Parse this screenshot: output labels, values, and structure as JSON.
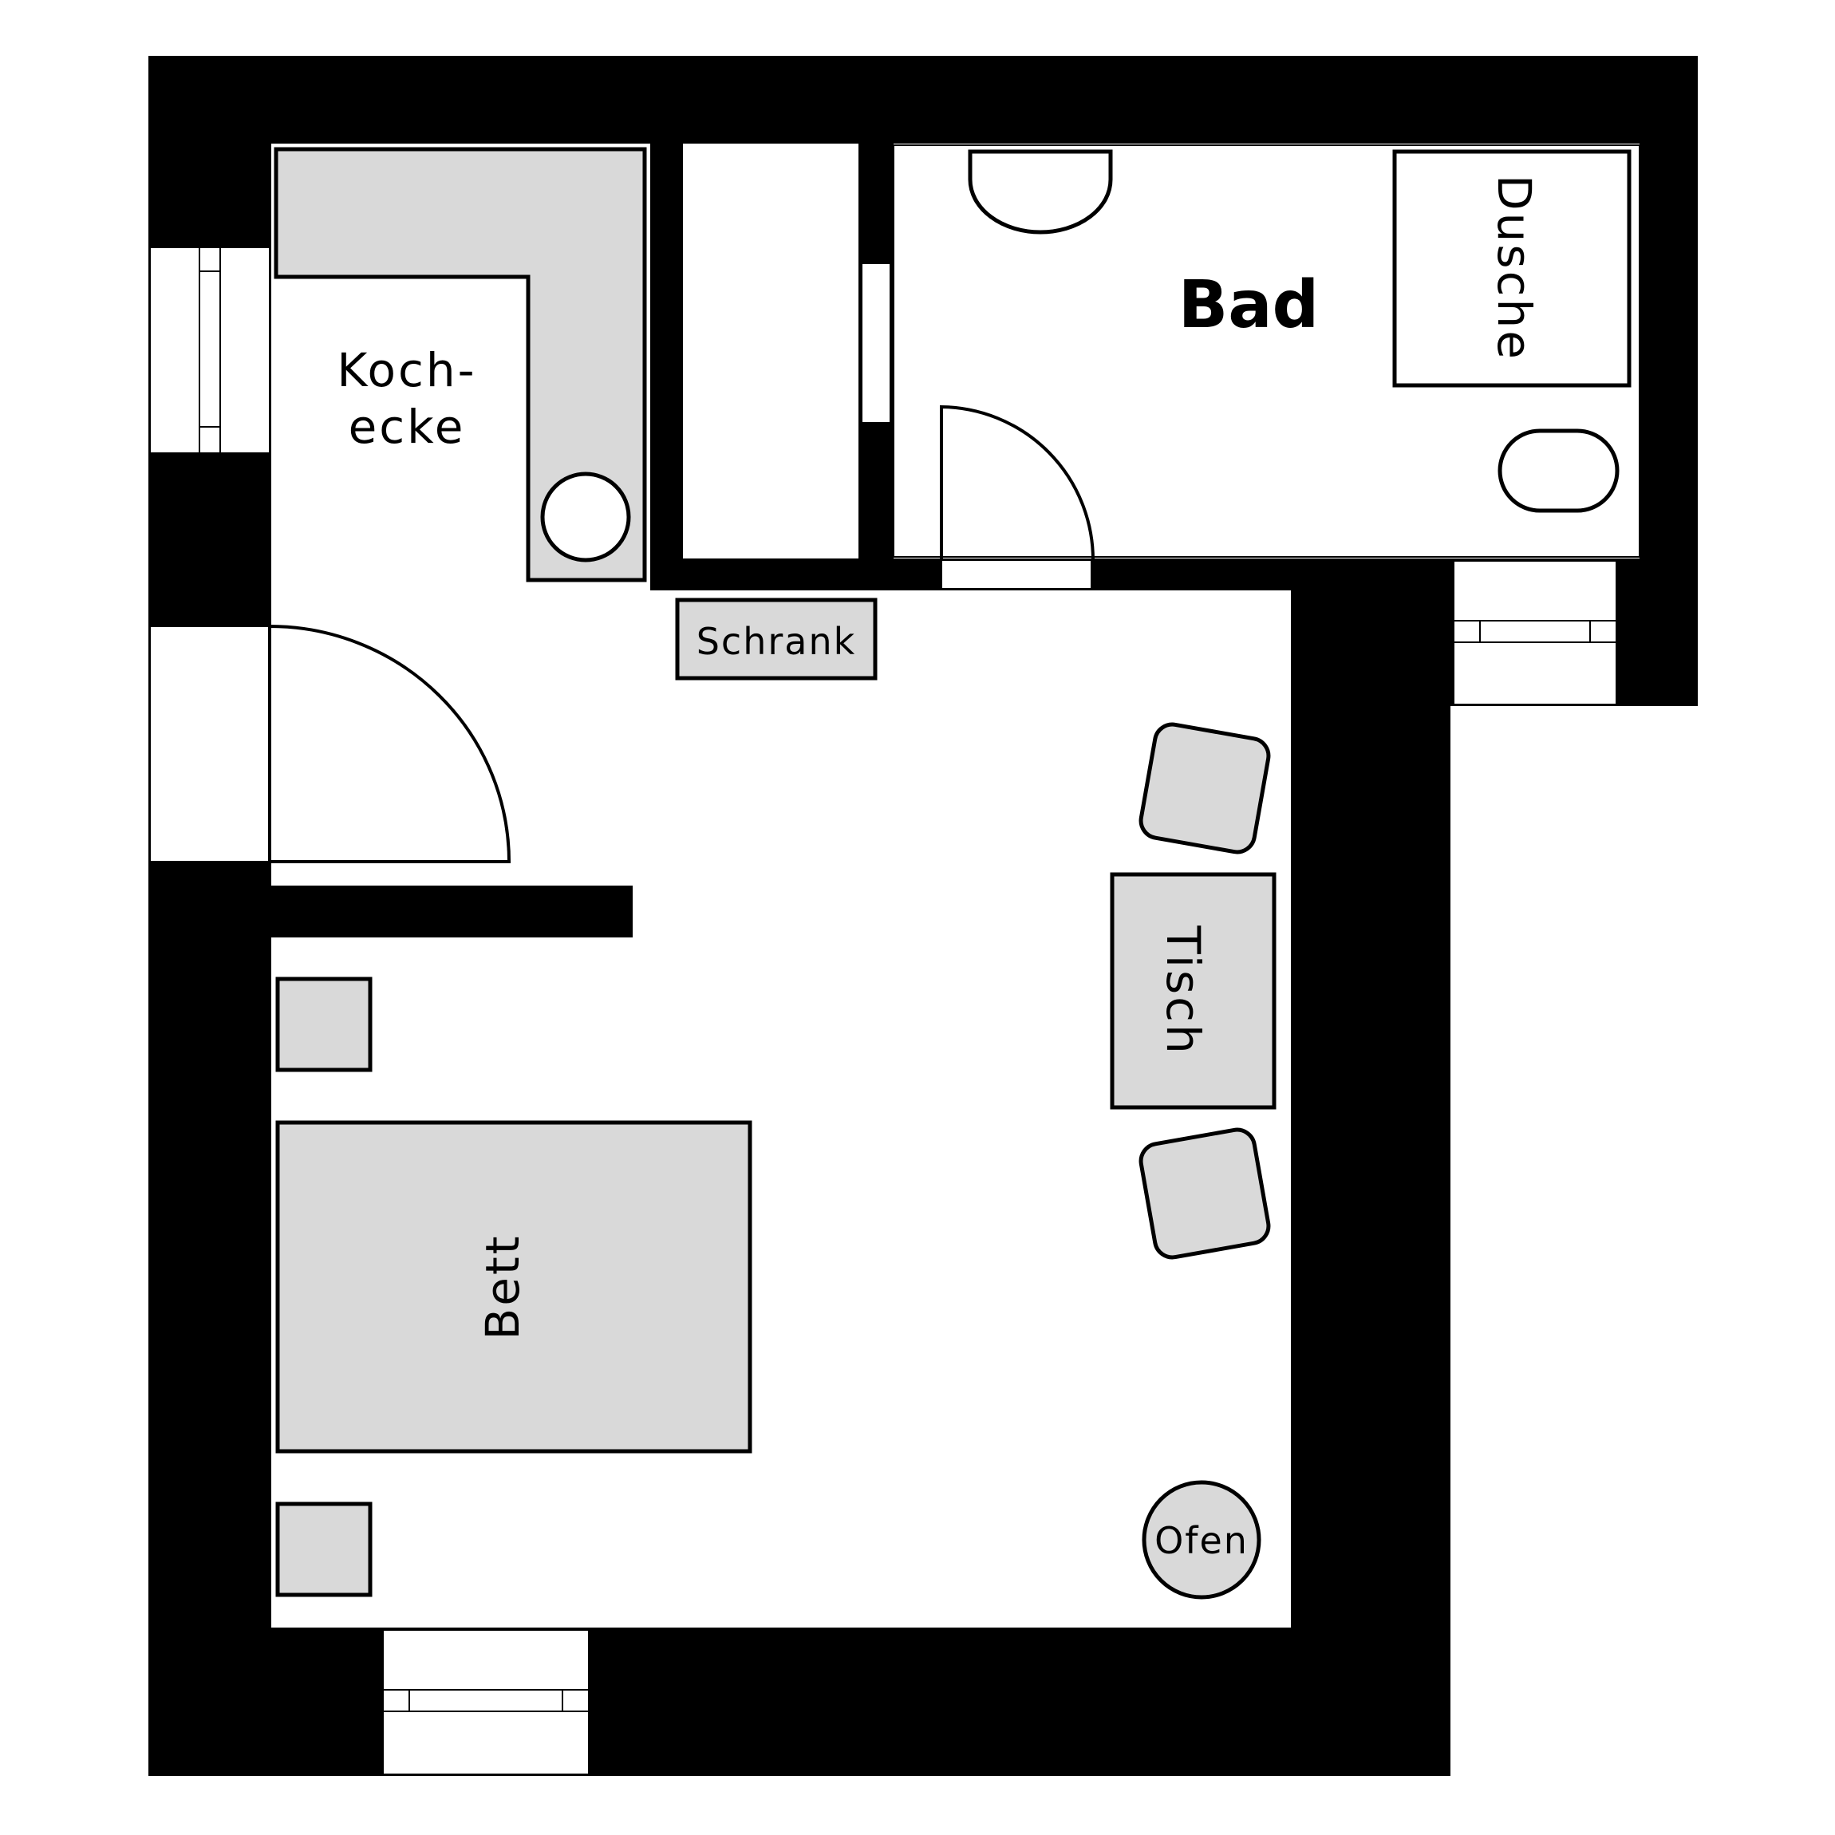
{
  "rooms": {
    "bathroom": {
      "label": "Bad"
    }
  },
  "furniture": {
    "kitchen_line1": "Koch-",
    "kitchen_line2": "ecke",
    "wardrobe": "Schrank",
    "shower": "Dusche",
    "table": "Tisch",
    "bed": "Bett",
    "stove": "Ofen"
  }
}
